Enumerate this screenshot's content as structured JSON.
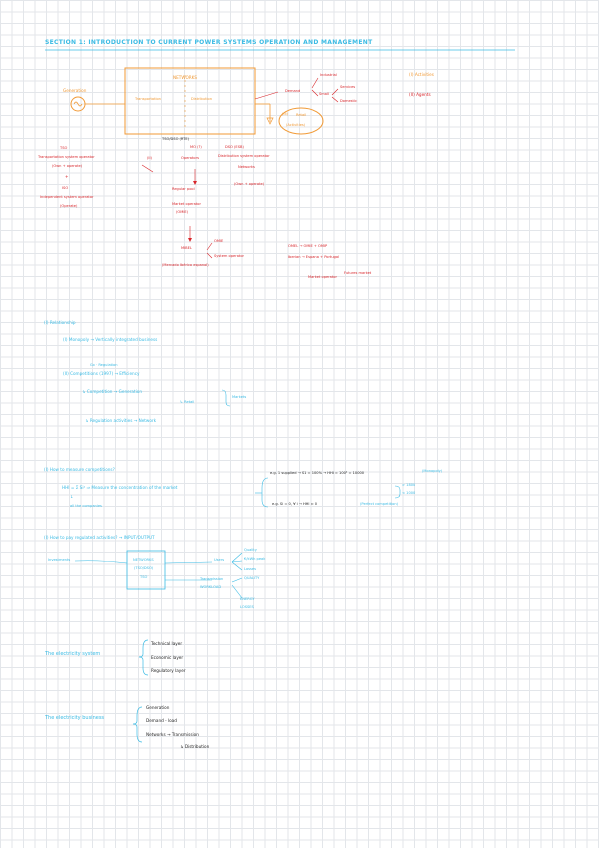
{
  "header": {
    "title": "SECTION 1: INTRODUCTION TO CURRENT POWER SYSTEMS OPERATION AND MANAGEMENT"
  },
  "diagram1": {
    "generation": "Generation",
    "networks": "NETWORKS",
    "transportation": "Transportation",
    "distribution": "Distribution",
    "demand": "Demand",
    "industrial": "Industrial",
    "small": "Small",
    "services": "Services",
    "domestic": "Domestic",
    "retail_label": "Retail",
    "retail_sub": "(Activities)",
    "retail_num": "(III)",
    "legend_activities": "(I) Activities",
    "legend_agents": "(II) Agents",
    "tso_dso": "TSO/DSO (RTE)",
    "tso": "TSO",
    "tso_desc": "Transportation system operator",
    "tso_sub": "(Own + operate)",
    "plus": "+",
    "iso": "ISO",
    "iso_desc": "Independent system operator",
    "iso_sub": "(Operate)",
    "mo": "MO (?)",
    "mo_desc": "Operators",
    "mo_num": "(II)",
    "dso": "DSO (ESB)",
    "dso_desc": "Distribution system operator",
    "networks_red": "Networks",
    "dso_sub": "(Own + operate)",
    "pool": "Regular pool",
    "market_op": "Market operator",
    "omie": "(OMIE)",
    "mibel": "MIBEL",
    "omie2": "OMIE",
    "system_op": "System operator",
    "mibel_sub": "(Mercado Ibérico espanol)",
    "omel_line1": "OMEL → OMIE + OMIP",
    "omel_line2": "Iberian → Espana + Portugal",
    "market_op2": "Market operator",
    "futures": "Futures market"
  },
  "sec_relationship": {
    "title": "(I) Relationship",
    "monopoly": "(I) Monopoly → Vertically integrated business",
    "gen_label": "Gx · Regulation",
    "competition": "(II) Competitions (1997) → Efficiency",
    "comp_sub": "↳ Competition → Generation",
    "retail": "↳ Retail",
    "markets": "Markets",
    "regulation": "↳ Regulation activities → Network"
  },
  "sec_measure": {
    "title": "(I) How to measure competitions?",
    "hhi": "HHI = Σ Si²  ⇒ Measure the concentration of the market",
    "arrow_note": "↓",
    "companies": "all the companies",
    "eg1": "e.g. 1 supplied → S1 = 100% → HHI = 100² = 10000",
    "monopoly_note": "(Monopoly)",
    "eg2": "e.g. Si = 0, ∀ i → HHI ≈ 0",
    "perfect": "(Perfect competition)",
    "range1": "> 1800",
    "range2": "< 1000"
  },
  "sec_pay": {
    "title": "(I) How to pay regulated activities? → INPUT/OUTPUT",
    "investments": "Investments",
    "box_line1": "NETWORKS",
    "box_line2": "(TSO/DSO)",
    "box_line3": "TSO",
    "users": "Users",
    "quality": "Quality",
    "losses": "Losses",
    "per_kwh": "€/kWh peak",
    "transmission_ws": "Transmission",
    "workload": "WORKLOAD",
    "quality2": "QUALITY",
    "energy": "ENERGY",
    "losses2": "LOSSES"
  },
  "sec_sys": {
    "label": "The electricity system",
    "items": [
      "Technical layer",
      "Economic layer",
      "Regulatory layer"
    ]
  },
  "sec_bus": {
    "label": "The electricity business",
    "items": [
      "Generation",
      "Demand - load",
      "Networks → Transmission",
      "↳ Distribution"
    ]
  }
}
